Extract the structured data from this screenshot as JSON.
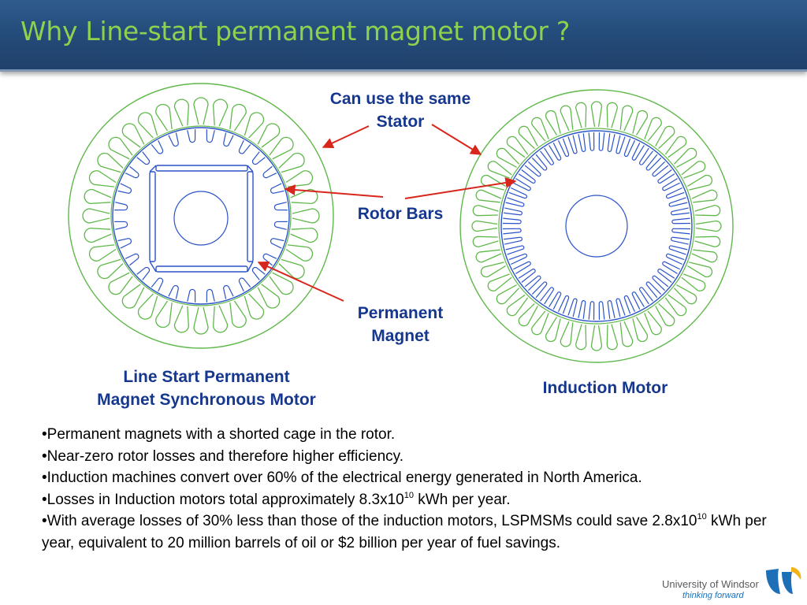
{
  "header": {
    "title": "Why Line-start permanent magnet motor ?"
  },
  "labels": {
    "same_stator_line1": "Can use the same",
    "same_stator_line2": "Stator",
    "rotor_bars": "Rotor Bars",
    "permanent_magnet_line1": "Permanent",
    "permanent_magnet_line2": "Magnet",
    "lspm_line1": "Line Start Permanent",
    "lspm_line2": "Magnet Synchronous Motor",
    "induction_motor": "Induction Motor"
  },
  "bullets": {
    "b1": "•Permanent magnets with a shorted cage in the rotor.",
    "b2": "•Near-zero rotor losses and therefore higher efficiency.",
    "b3": "•Induction machines convert over 60% of the electrical energy generated in North America.",
    "b4_pre": "•Losses in Induction motors total approximately 8.3x10",
    "b4_sup": "10",
    "b4_post": " kWh per year.",
    "b5_pre": "•With average losses of 30% less than those of the induction motors, LSPMSMs could save 2.8x10",
    "b5_sup": "10",
    "b5_post": "  kWh per year, equivalent to 20 million barrels of oil or $2 billion per year of fuel savings."
  },
  "logo": {
    "name": "University of Windsor",
    "tagline": "thinking forward"
  },
  "colors": {
    "stator": "#5fb84a",
    "rotor": "#2a52c9",
    "arrow": "#d9261c",
    "title": "#8fd14f",
    "header_bg": "#2a5384"
  },
  "motors": {
    "lspm": {
      "stator_slots": 36,
      "rotor_bars": 28
    },
    "induction": {
      "stator_slots": 48,
      "rotor_bars": 56
    }
  }
}
